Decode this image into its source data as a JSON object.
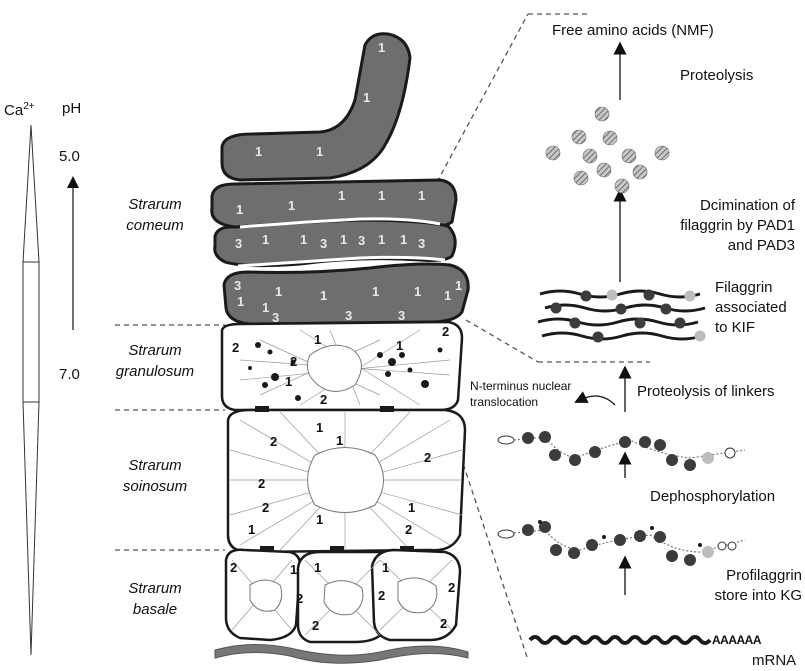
{
  "gradient": {
    "ca_label_main": "Ca",
    "ca_label_sup": "2+",
    "ph_label": "pH",
    "ph_top": "5.0",
    "ph_bottom": "7.0"
  },
  "layers": {
    "corneum": "Strarum comeum",
    "granulosum": "Strarum granulosum",
    "spinosum": "Strarum soinosum",
    "basale": "Strarum basale"
  },
  "pathway": {
    "nmf": "Free amino acids (NMF)",
    "proteolysis": "Proteolysis",
    "deimination": "Dcimination of filaggrin by PAD1 and PAD3",
    "kif": "Filaggrin associated to KIF",
    "nuclear": "N-terminus nuclear translocation",
    "linkers": "Proteolysis of linkers",
    "dephos": "Dephosphorylation",
    "store": "Profilaggrin store into KG",
    "mrna": "mRNA",
    "mrna_tail": "AAAAAA"
  },
  "cell_numbers": {
    "one": "1",
    "two": "2",
    "three": "3"
  },
  "colors": {
    "corneocyte_fill": "#6e6e6e",
    "dark_bead": "#3c3c3c",
    "light_bead": "#bdbdbd",
    "hatched_bead": "#8a8a8a"
  }
}
